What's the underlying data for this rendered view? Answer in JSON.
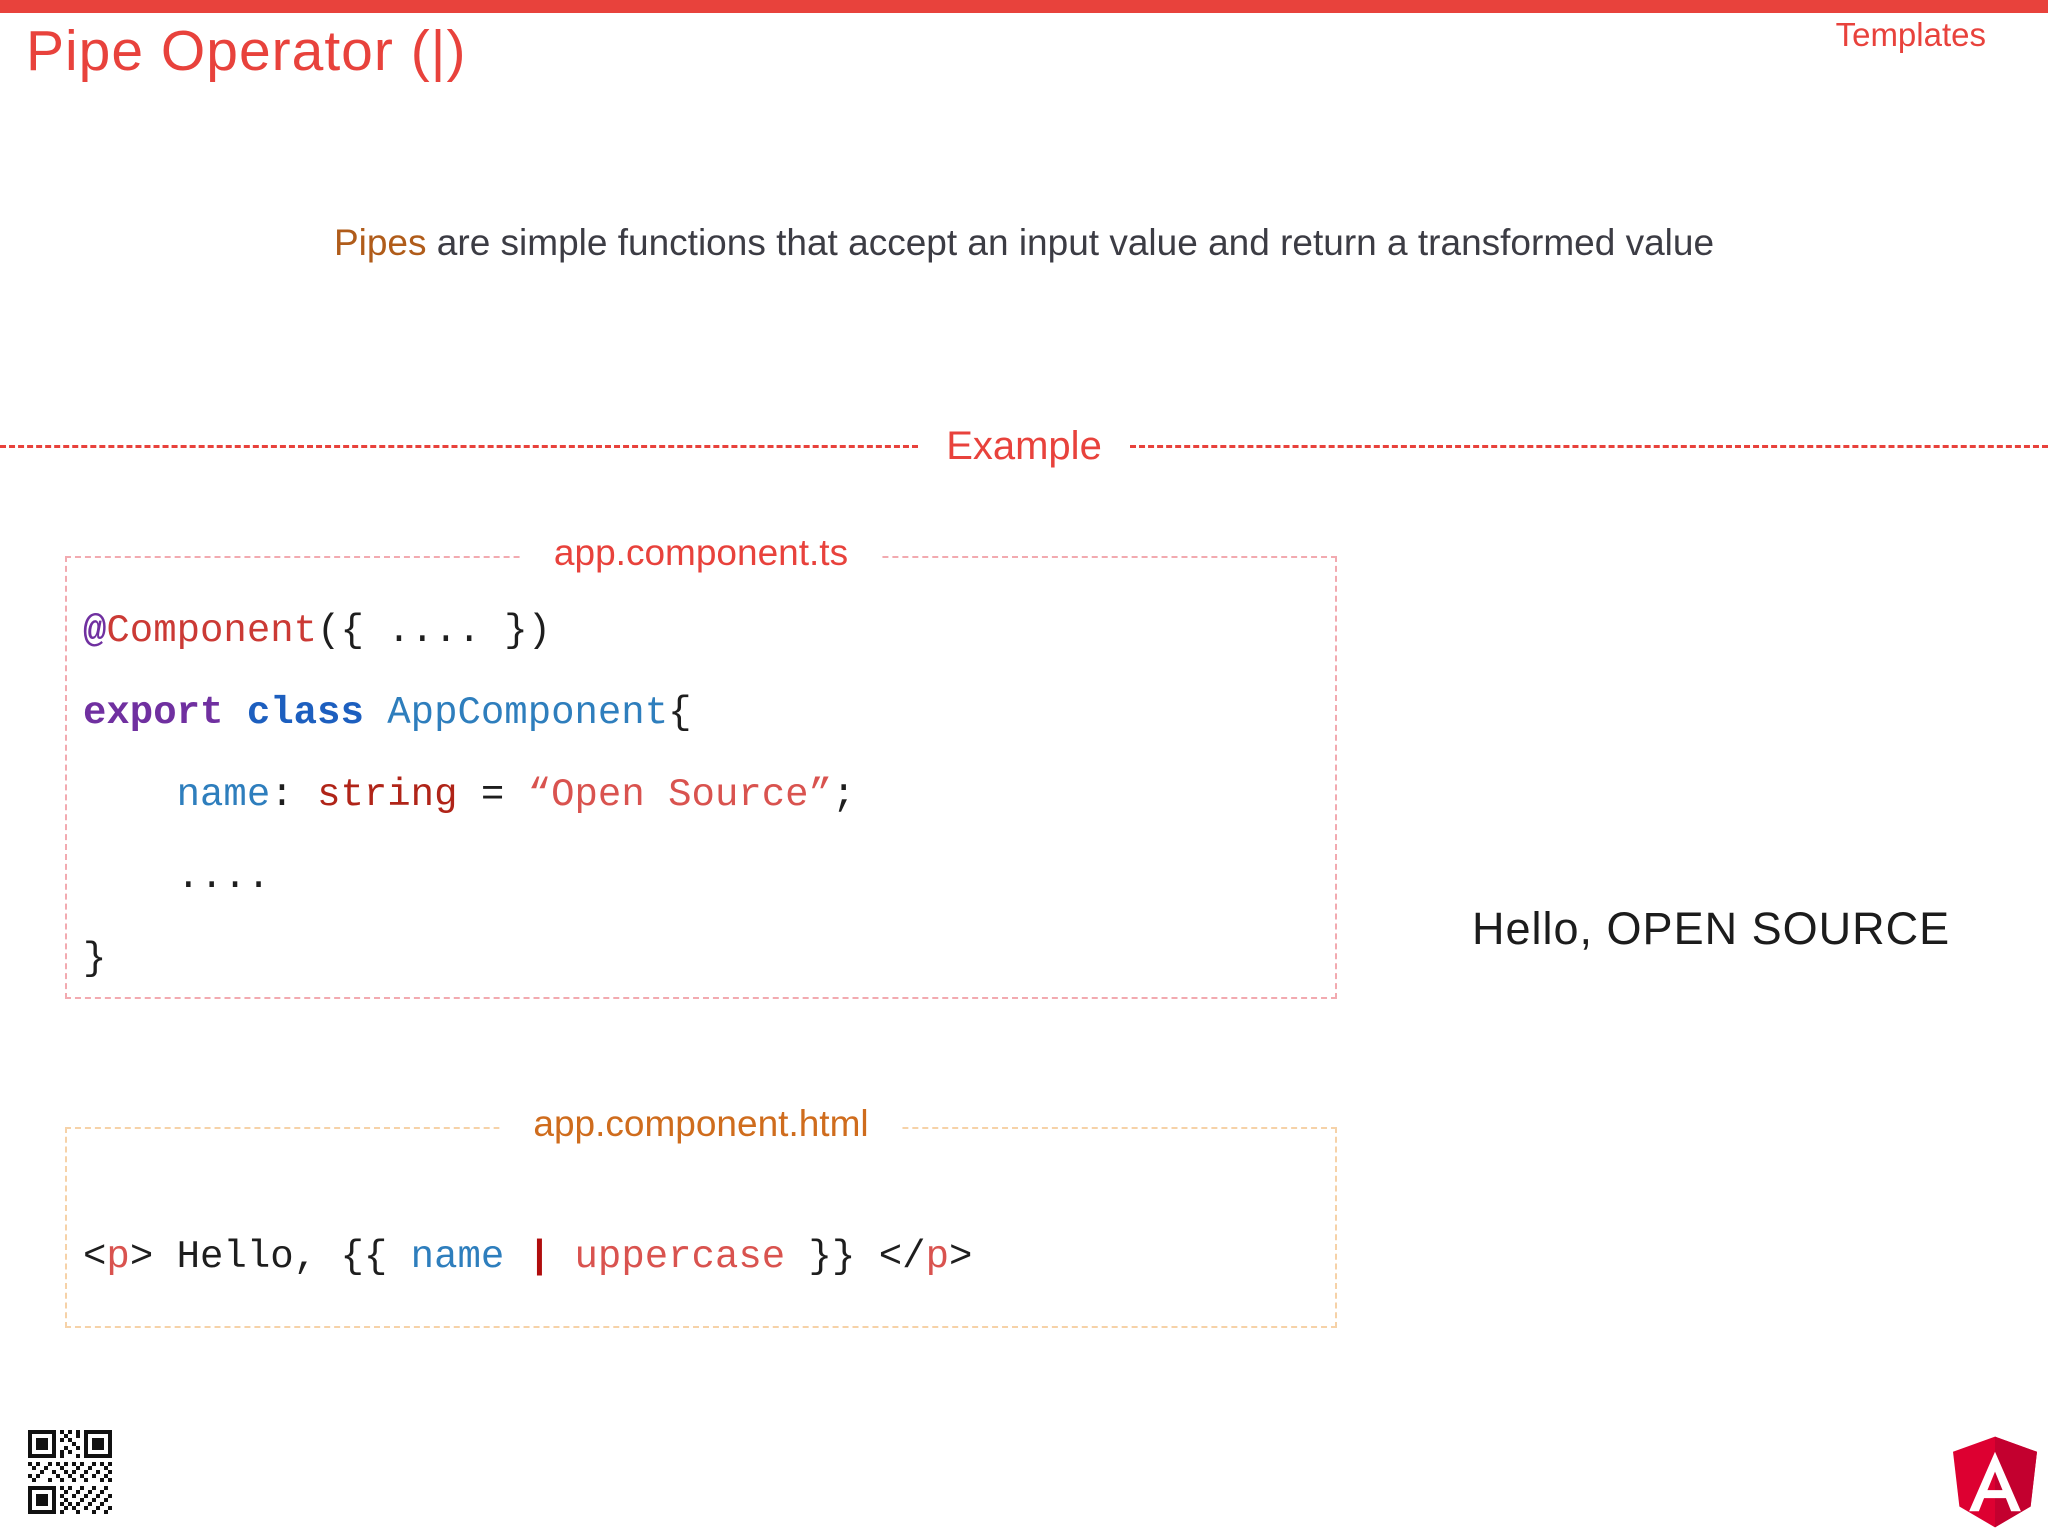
{
  "slide": {
    "title": "Pipe Operator (|)",
    "corner_label": "Templates",
    "intro_highlight": "Pipes",
    "intro_rest": " are simple functions that accept an input value and return a transformed value",
    "divider_label": "Example",
    "output_text": "Hello, OPEN SOURCE"
  },
  "code_ts": {
    "label": "app.component.ts",
    "lines": [
      {
        "tokens": [
          {
            "text": "@"
          },
          {
            "text": "Component"
          },
          {
            "text": "({ .... })"
          }
        ]
      },
      {
        "tokens": [
          {
            "text": "export "
          },
          {
            "text": "class "
          },
          {
            "text": "AppComponent"
          },
          {
            "text": "{"
          }
        ]
      },
      {
        "tokens": [
          {
            "text": "    "
          },
          {
            "text": "name"
          },
          {
            "text": ": "
          },
          {
            "text": "string"
          },
          {
            "text": " = "
          },
          {
            "text": "“Open Source”"
          },
          {
            "text": ";"
          }
        ]
      },
      {
        "tokens": [
          {
            "text": "    ...."
          }
        ]
      },
      {
        "tokens": [
          {
            "text": "}"
          }
        ]
      }
    ]
  },
  "code_html": {
    "label": "app.component.html",
    "lines": [
      {
        "tokens": [
          {
            "text": "<"
          },
          {
            "text": "p"
          },
          {
            "text": "> Hello, {{ "
          },
          {
            "text": "name"
          },
          {
            "text": " "
          },
          {
            "text": "|"
          },
          {
            "text": " "
          },
          {
            "text": "uppercase"
          },
          {
            "text": " }} </"
          },
          {
            "text": "p"
          },
          {
            "text": ">"
          }
        ]
      }
    ]
  },
  "footer": {
    "qr_icon": "qr-code",
    "logo_icon": "angular-logo"
  },
  "colors": {
    "accent_red": "#e8423c",
    "intro_highlight_orange": "#b05c1a",
    "html_label_orange": "#cf6c1d",
    "ts_box_border_pink": "#f2aab0",
    "html_box_border_peach": "#f6d2a8",
    "code_purple": "#7030a0",
    "code_crimson": "#cb3a35",
    "code_blue_keyword": "#1d5fbf",
    "code_blue": "#2e7ebd",
    "code_darkred": "#b02418",
    "code_red_literal": "#d9534f",
    "code_pipe_red": "#b00d0d",
    "intro_text_dark": "#3c3c44",
    "angular_red": "#dd0031",
    "angular_dark_red": "#c3002f"
  }
}
